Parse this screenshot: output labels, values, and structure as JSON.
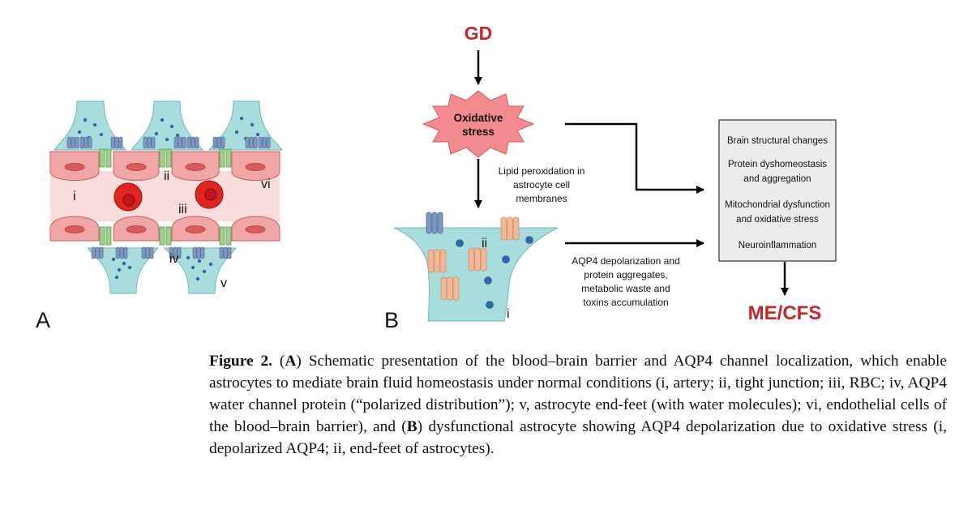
{
  "panel_a": {
    "letter": "A",
    "labels": {
      "i": "i",
      "ii": "ii",
      "iii": "iii",
      "iv": "iv",
      "v": "v",
      "vi": "vi"
    }
  },
  "panel_b": {
    "letter": "B",
    "gd": "GD",
    "oxidative_line1": "Oxidative",
    "oxidative_line2": "stress",
    "lipid": [
      "Lipid peroxidation in",
      "astrocyte cell",
      "membranes"
    ],
    "aqp4": [
      "AQP4 depolarization and",
      "protein aggregates,",
      "metabolic waste and",
      "toxins accumulation"
    ],
    "box": [
      "Brain structural changes",
      "Protein dyshomeostasis",
      "and aggregation",
      "Mitochondrial dysfunction",
      "and oxidative stress",
      "Neuroinflammation"
    ],
    "mecfs": "ME/CFS",
    "label_i": "i",
    "label_ii": "ii"
  },
  "caption": {
    "fig": "Figure 2.",
    "t1": " (",
    "a": "A",
    "t2": ") Schematic presentation of the blood–brain barrier and AQP4 channel localization, which enable astrocytes to mediate brain fluid homeostasis under normal conditions (i, artery; ii, tight junction; iii, RBC; iv, AQP4 water channel protein (“polarized distribution”); v, astrocyte end-feet (with water molecules); vi, endothelial cells of the blood–brain barrier), and (",
    "b": "B",
    "t3": ") dysfunctional astrocyte showing AQP4 depolarization due to oxidative stress (i, depolarized AQP4; ii, end-feet of astrocytes)."
  }
}
